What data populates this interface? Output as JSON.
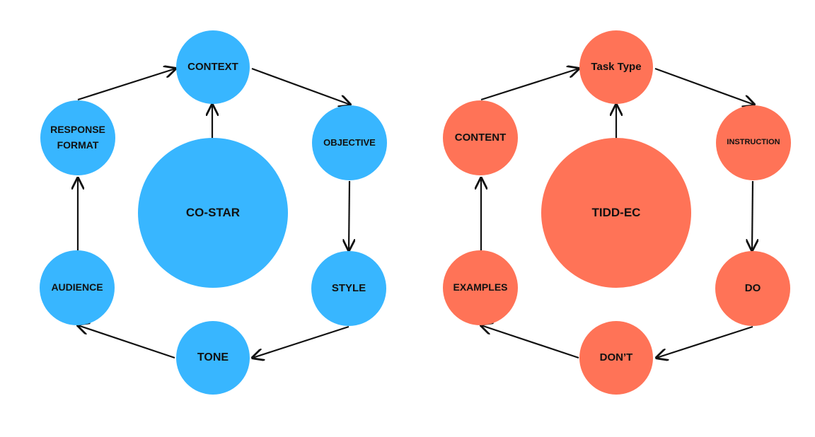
{
  "colors": {
    "blue": "#38b6ff",
    "coral": "#ff7357",
    "text": "#111111",
    "arrow": "#111111",
    "background": "#ffffff"
  },
  "diagrams": [
    {
      "id": "costar",
      "color_key": "blue",
      "center": "CO-STAR",
      "nodes": [
        "CONTEXT",
        "OBJECTIVE",
        "STYLE",
        "TONE",
        "AUDIENCE",
        "RESPONSE\nFORMAT"
      ]
    },
    {
      "id": "tiddec",
      "color_key": "coral",
      "center": "TIDD-EC",
      "nodes": [
        "Task Type",
        "INSTRUCTION",
        "DO",
        "DON’T",
        "EXAMPLES",
        "CONTENT"
      ]
    }
  ]
}
